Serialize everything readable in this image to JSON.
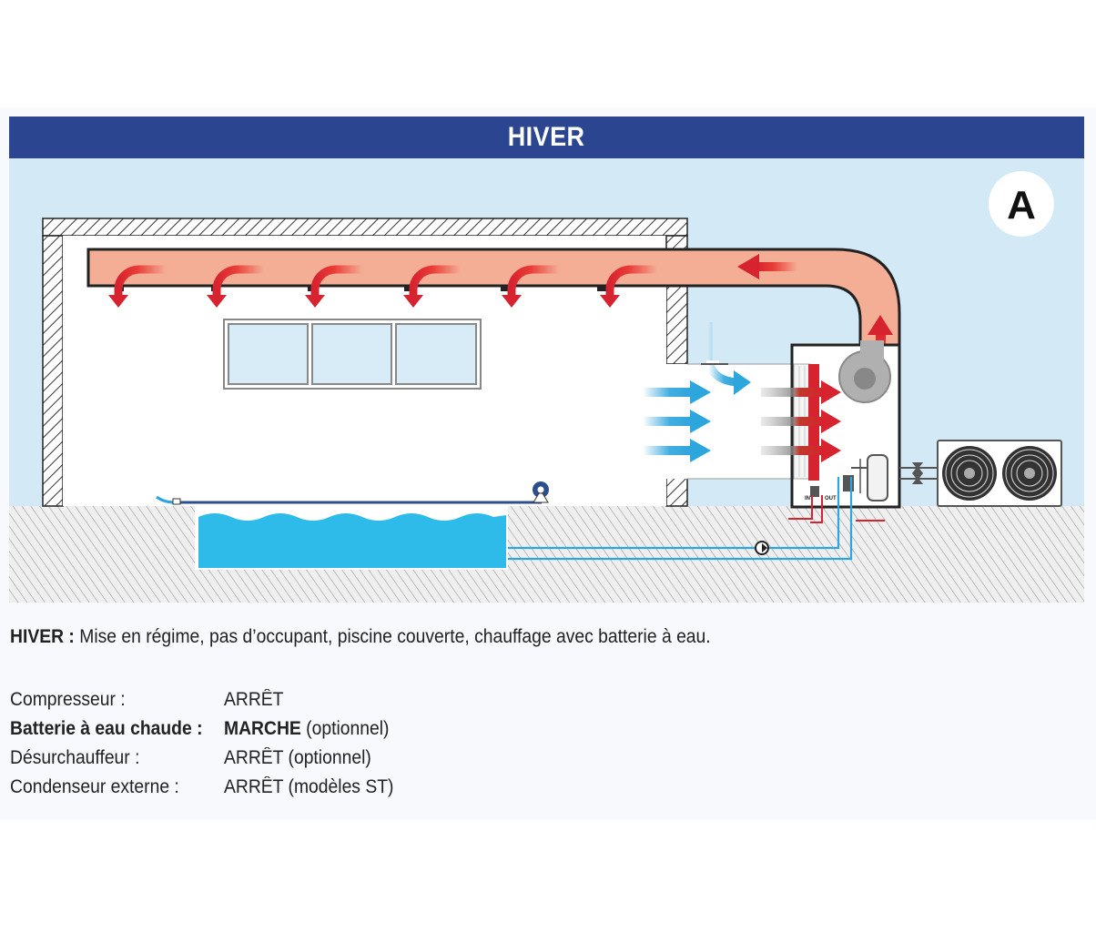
{
  "header": {
    "title": "HIVER"
  },
  "diagram": {
    "badge": "A",
    "unit_labels": {
      "in": "IN",
      "out": "OUT"
    },
    "colors": {
      "sky": "#d3e9f6",
      "ground": "#eeeeee",
      "hot_air": "#f4ae95",
      "hot_arrow": "#d7232f",
      "cold_arrow": "#2da5dd",
      "water": "#2fbbea",
      "title_bar": "#2b4590"
    }
  },
  "caption": {
    "label": "HIVER :",
    "text": "Mise en régime, pas d’occupant, piscine couverte, chauffage avec batterie à eau."
  },
  "status": [
    {
      "label": "Compresseur :",
      "value": "ARRÊT",
      "note": "",
      "bold": false
    },
    {
      "label": "Batterie à eau chaude :",
      "value": "MARCHE",
      "note": "(optionnel)",
      "bold": true
    },
    {
      "label": "Désurchauffeur :",
      "value": "ARRÊT",
      "note": "(optionnel)",
      "bold": false
    },
    {
      "label": "Condenseur externe :",
      "value": "ARRÊT",
      "note": "(modèles ST)",
      "bold": false
    }
  ]
}
